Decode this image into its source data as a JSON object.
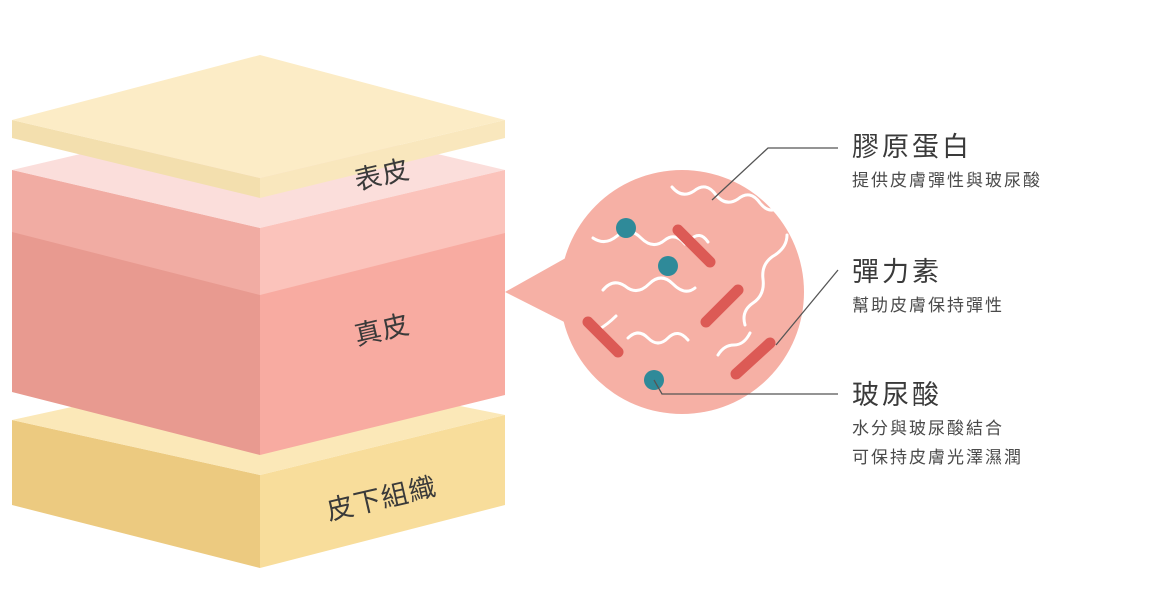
{
  "colors": {
    "epidermis": "#fbebc3",
    "dermis_front": "#f6aaa0",
    "dermis_side": "#e6988f",
    "subcutaneous": "#f4d78f",
    "circle": "#f6b0a5",
    "fiber_red": "#dc5a55",
    "dot_teal": "#2f8a99",
    "connector": "#555555"
  },
  "layers": {
    "epidermis": "表皮",
    "dermis": "真皮",
    "subcutaneous": "皮下組織"
  },
  "annotations": [
    {
      "title": "膠原蛋白",
      "lines": [
        "提供皮膚彈性與玻尿酸"
      ]
    },
    {
      "title": "彈力素",
      "lines": [
        "幫助皮膚保持彈性"
      ]
    },
    {
      "title": "玻尿酸",
      "lines": [
        "水分與玻尿酸結合",
        "可保持皮膚光澤濕潤"
      ]
    }
  ]
}
